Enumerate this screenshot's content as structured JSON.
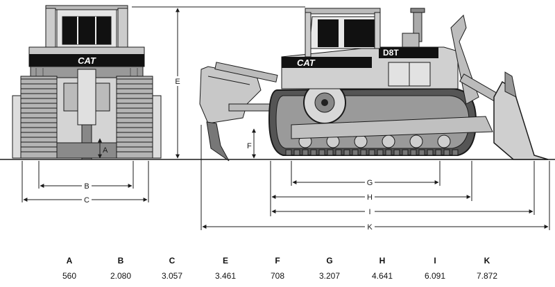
{
  "front_view": {
    "brand": "CAT"
  },
  "side_view": {
    "brand": "CAT",
    "model": "D8T"
  },
  "dimension_labels": {
    "A": "A",
    "B": "B",
    "C": "C",
    "E": "E",
    "F": "F",
    "G": "G",
    "H": "H",
    "I": "I",
    "K": "K"
  },
  "dimension_table": [
    {
      "label": "A",
      "value": "560"
    },
    {
      "label": "B",
      "value": "2.080"
    },
    {
      "label": "C",
      "value": "3.057"
    },
    {
      "label": "E",
      "value": "3.461"
    },
    {
      "label": "F",
      "value": "708"
    },
    {
      "label": "G",
      "value": "3.207"
    },
    {
      "label": "H",
      "value": "4.641"
    },
    {
      "label": "I",
      "value": "6.091"
    },
    {
      "label": "K",
      "value": "7.872"
    }
  ],
  "colors": {
    "line": "#1a1a1a",
    "body_light": "#d8d8d8",
    "body_mid": "#a8a8a8",
    "body_dark": "#222222"
  }
}
